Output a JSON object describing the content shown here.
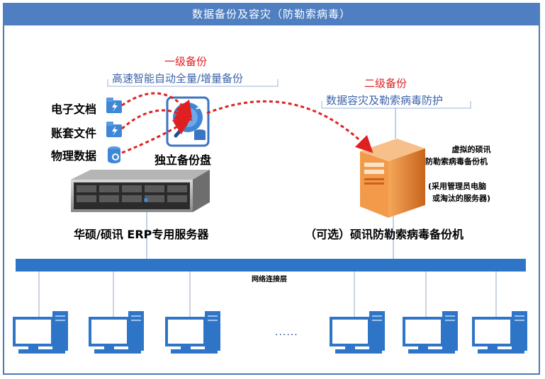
{
  "title": "数据备份及容灾（防勒索病毒）",
  "level1": {
    "title": "一级备份",
    "subtitle": "高速智能自动全量/增量备份"
  },
  "level2": {
    "title": "二级备份",
    "subtitle": "数据容灾及勒索病毒防护"
  },
  "sources": [
    "电子文档",
    "账套文件",
    "物理数据"
  ],
  "disk_label": "独立备份盘",
  "server_label": "华硕/硕讯 ERP专用服务器",
  "backup_machine": {
    "label": "（可选）硕讯防勒索病毒备份机",
    "note_line1": "虚拟的硕讯",
    "note_line2": "防勒索病毒备份机",
    "note_line3": "(采用管理员电脑",
    "note_line4": "或淘汰的服务器)"
  },
  "network_label": "网络连接层",
  "ellipsis": "......",
  "colors": {
    "accent_blue": "#4f7fc0",
    "network_bar": "#2e75c8",
    "arrow_red": "#e02020",
    "server_orange": "#e8832a"
  }
}
